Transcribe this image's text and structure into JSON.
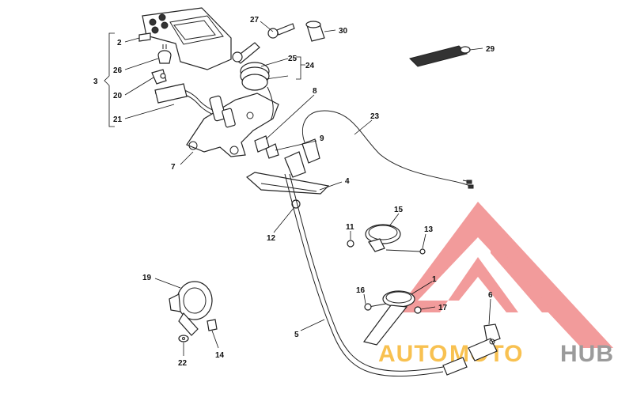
{
  "callouts": {
    "c1": "1",
    "c2": "2",
    "c3": "3",
    "c4": "4",
    "c5": "5",
    "c6": "6",
    "c7": "7",
    "c8": "8",
    "c9": "9",
    "c11": "11",
    "c12": "12",
    "c13": "13",
    "c14": "14",
    "c15": "15",
    "c16": "16",
    "c17": "17",
    "c19": "19",
    "c20": "20",
    "c21": "21",
    "c22": "22",
    "c23": "23",
    "c24": "24",
    "c25": "25",
    "c26": "26",
    "c27": "27",
    "c29": "29",
    "c30": "30"
  },
  "watermark": {
    "part_auto": "AUTO",
    "part_moto": "MOTO",
    "part_hub": "HUB",
    "color_red": "#f08a8a",
    "color_orange": "#f7b733",
    "color_gray": "#8a8a8a"
  }
}
